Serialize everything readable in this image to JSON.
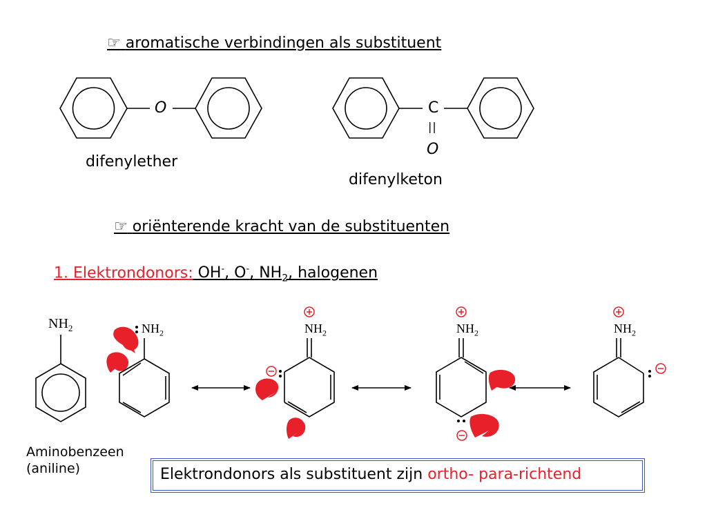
{
  "section1": {
    "bullet": "☞",
    "heading": "aromatische verbindingen als substituent"
  },
  "ether": {
    "atom": "O",
    "name": "difenylether"
  },
  "ketone": {
    "carbon": "C",
    "double_bond": "||",
    "oxygen": "O",
    "name": "difenylketon"
  },
  "section2": {
    "bullet": "☞",
    "heading": "oriënterende kracht van de substituenten"
  },
  "donors": {
    "label": "1. Elektrondonors:",
    "oh": "OH",
    "oh_charge": "-",
    "o": "O",
    "o_charge": "-",
    "nh": "NH",
    "nh_sub": "2",
    "rest": ", halogenen",
    "comma": ","
  },
  "structures": {
    "nh2_main": "NH",
    "sub2": "2",
    "plus": "+",
    "minus": "−"
  },
  "aniline": {
    "line1": "Aminobenzeen",
    "line2": "(aniline)"
  },
  "summary": {
    "text": "Elektrondonors als substituent zijn ",
    "highlight": "ortho- para-richtend"
  },
  "colors": {
    "accent_red": "#e8202a",
    "box_blue": "#3a56c8"
  }
}
